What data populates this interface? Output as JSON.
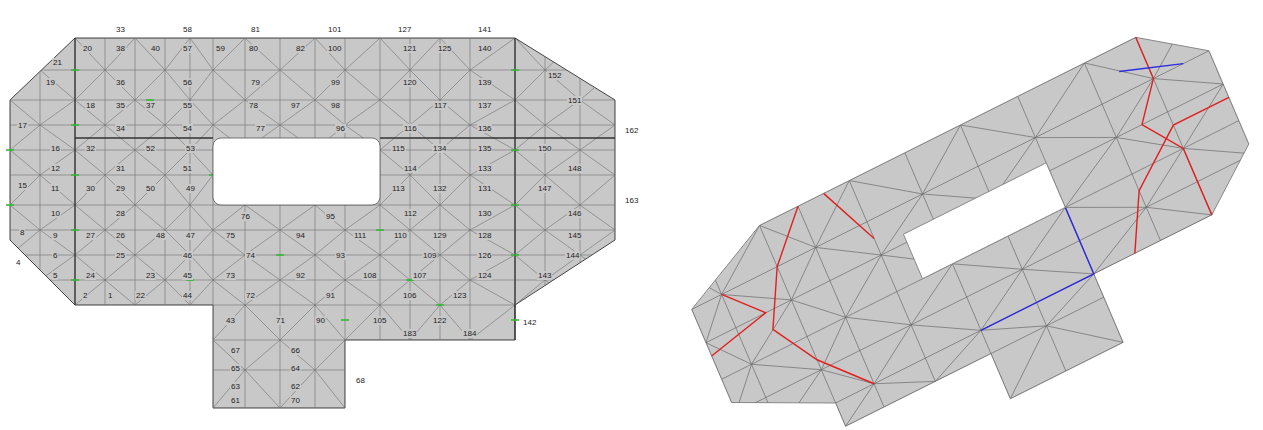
{
  "diagram": {
    "labels": [
      "33",
      "58",
      "81",
      "101",
      "127",
      "141",
      "20",
      "38",
      "40",
      "57",
      "59",
      "80",
      "82",
      "100",
      "121",
      "125",
      "140",
      "21",
      "152",
      "19",
      "36",
      "56",
      "79",
      "99",
      "120",
      "139",
      "18",
      "35",
      "37",
      "55",
      "78",
      "97",
      "98",
      "117",
      "137",
      "151",
      "17",
      "34",
      "54",
      "77",
      "96",
      "116",
      "136",
      "162",
      "16",
      "32",
      "52",
      "53",
      "115",
      "134",
      "135",
      "150",
      "12",
      "31",
      "51",
      "114",
      "133",
      "148",
      "163",
      "15",
      "11",
      "30",
      "29",
      "50",
      "49",
      "113",
      "132",
      "131",
      "147",
      "10",
      "28",
      "76",
      "95",
      "112",
      "130",
      "146",
      "8",
      "9",
      "27",
      "26",
      "48",
      "47",
      "75",
      "94",
      "111",
      "110",
      "129",
      "128",
      "145",
      "6",
      "25",
      "46",
      "74",
      "93",
      "109",
      "126",
      "144",
      "5",
      "24",
      "23",
      "45",
      "73",
      "92",
      "108",
      "107",
      "124",
      "143",
      "2",
      "1",
      "22",
      "44",
      "72",
      "91",
      "106",
      "123",
      "43",
      "71",
      "90",
      "105",
      "122",
      "142",
      "183",
      "184",
      "67",
      "66",
      "65",
      "64",
      "63",
      "62",
      "61",
      "70",
      "68",
      "4"
    ]
  }
}
